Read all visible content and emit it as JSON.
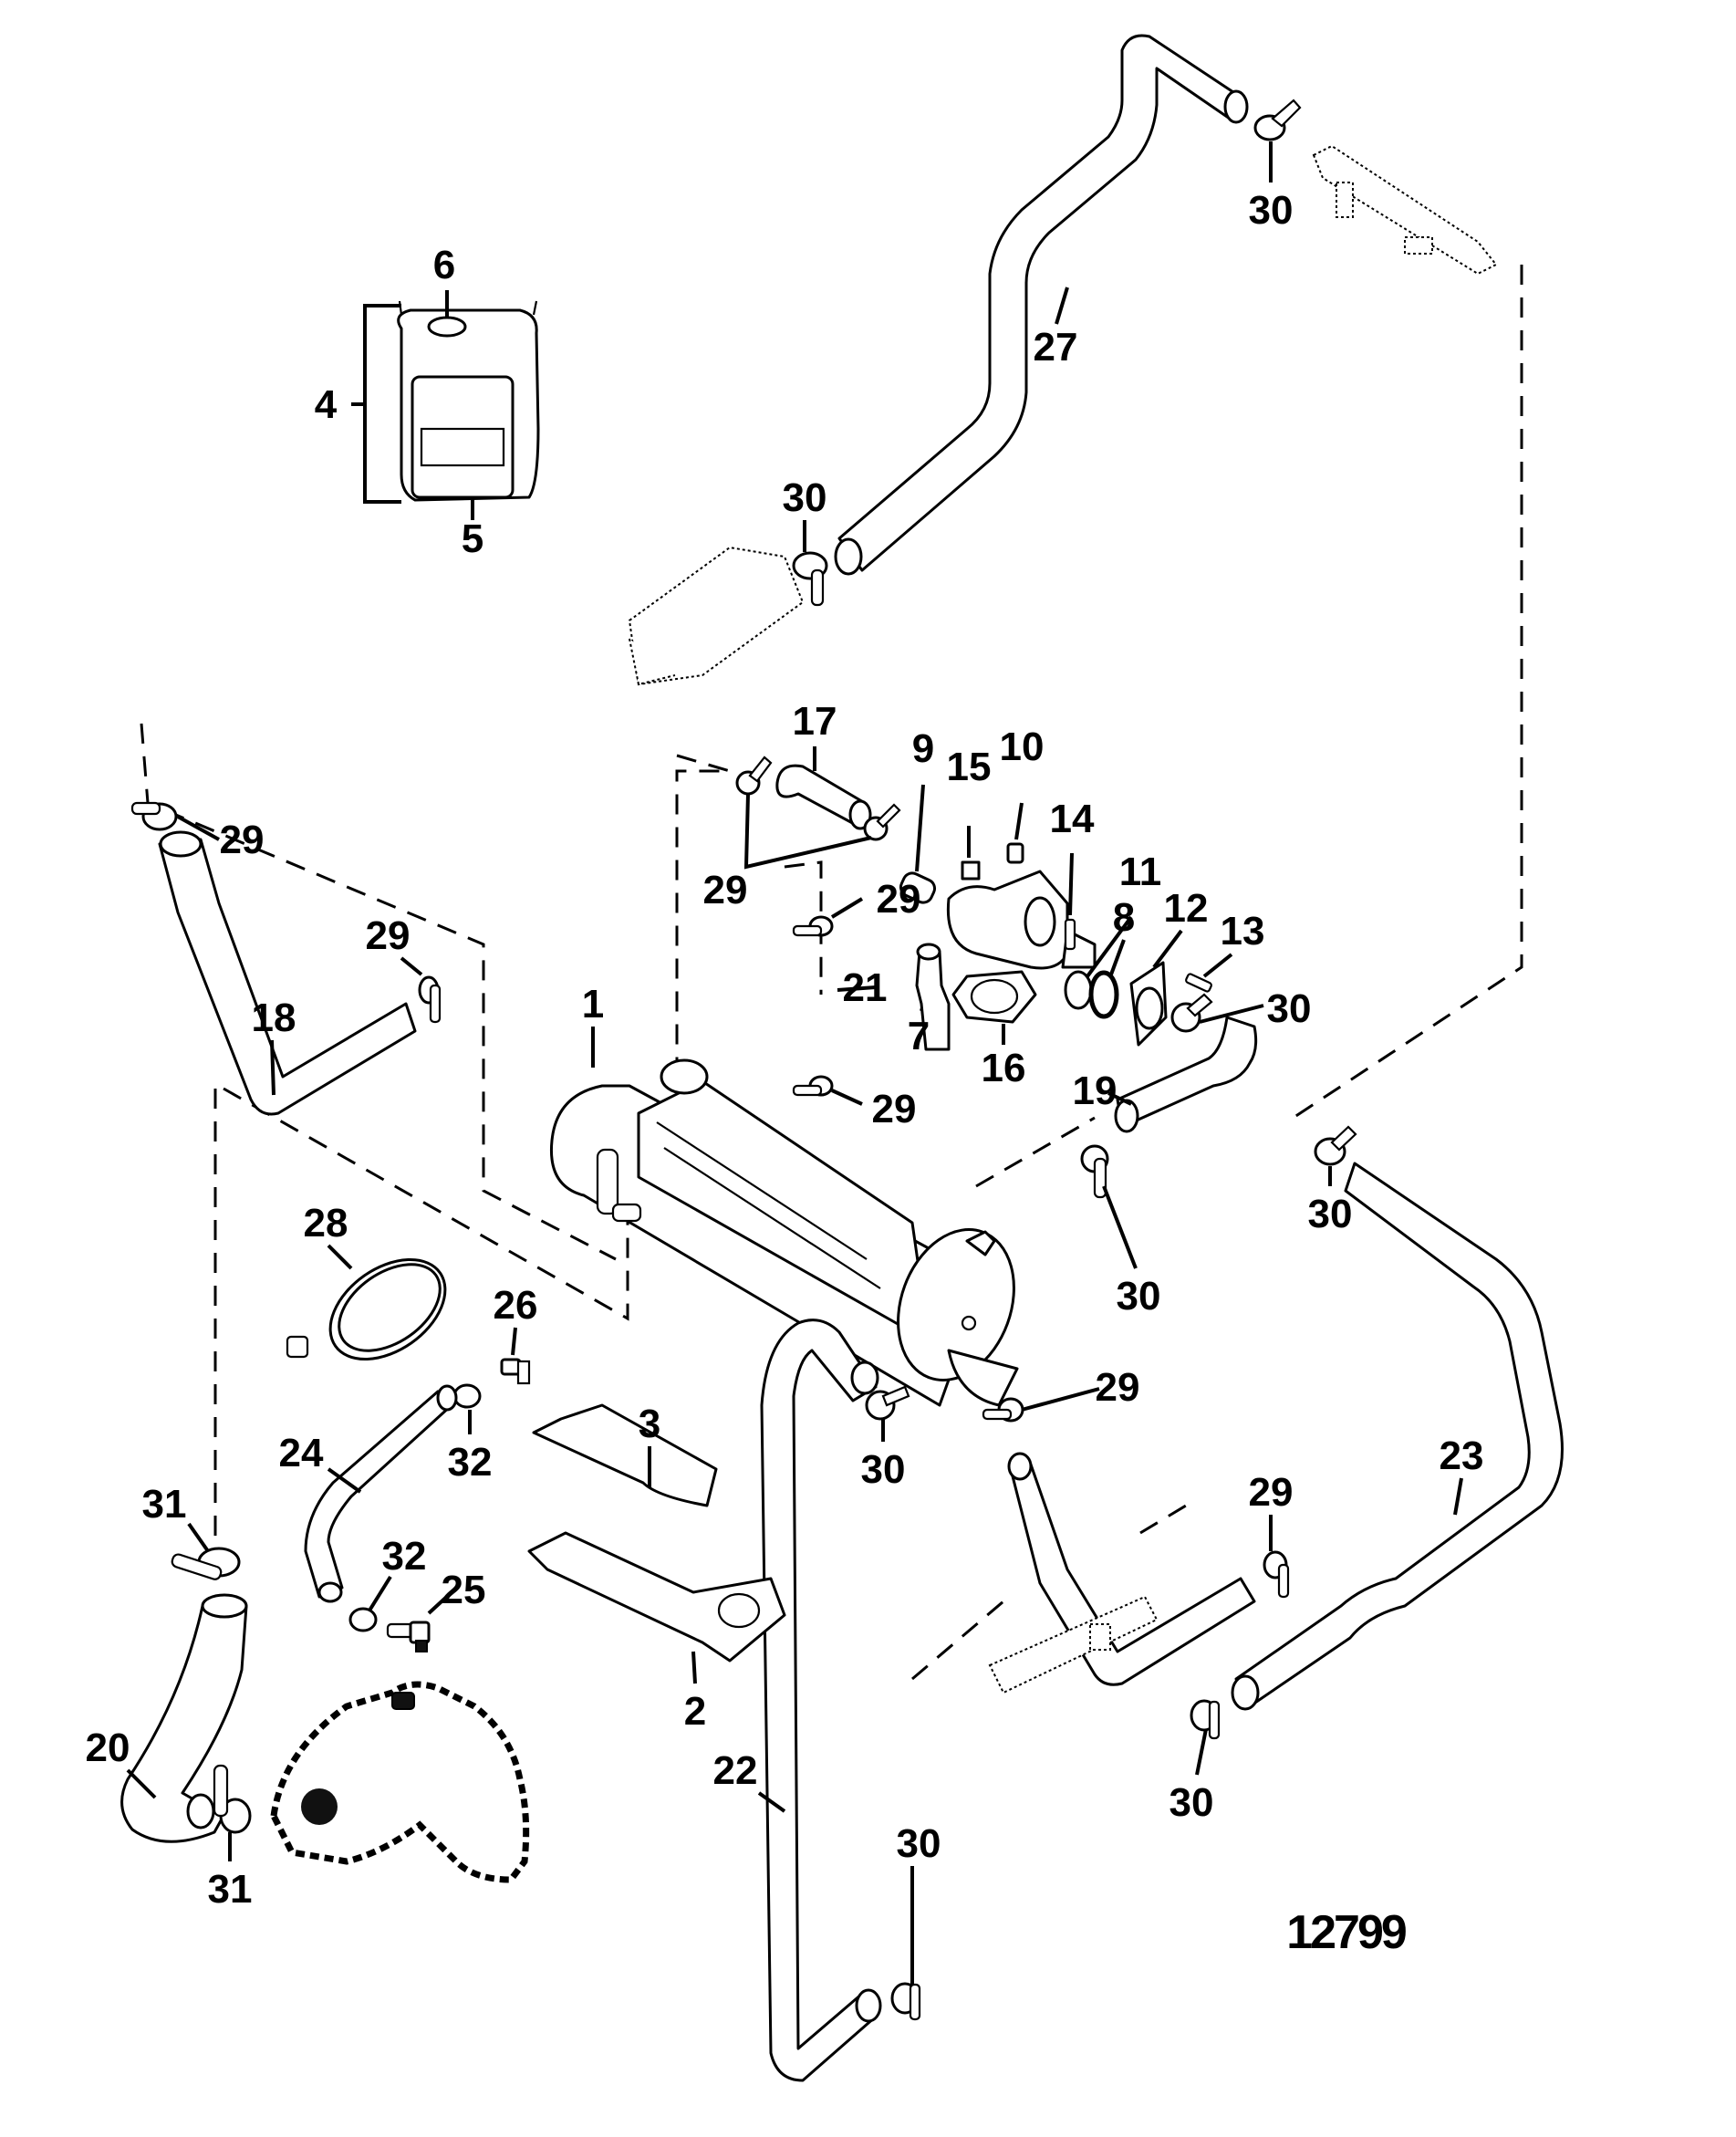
{
  "diagram": {
    "title": "Closed cooling system exploded parts diagram",
    "figure_id": "12799",
    "callouts": [
      {
        "id": "c1",
        "label": "1",
        "part": "heat-exchanger"
      },
      {
        "id": "c2",
        "label": "2",
        "part": "heat-shield-lower"
      },
      {
        "id": "c3",
        "label": "3",
        "part": "heat-shield-upper"
      },
      {
        "id": "c4",
        "label": "4",
        "part": "reservoir-assembly"
      },
      {
        "id": "c5",
        "label": "5",
        "part": "reservoir-tank"
      },
      {
        "id": "c6",
        "label": "6",
        "part": "reservoir-cap"
      },
      {
        "id": "c7",
        "label": "7",
        "part": "thermostat-housing"
      },
      {
        "id": "c8",
        "label": "8",
        "part": "o-ring"
      },
      {
        "id": "c9",
        "label": "9",
        "part": "hose-fitting"
      },
      {
        "id": "c10",
        "label": "10",
        "part": "plug"
      },
      {
        "id": "c11",
        "label": "11",
        "part": "thermostat"
      },
      {
        "id": "c12",
        "label": "12",
        "part": "thermostat-cover"
      },
      {
        "id": "c13",
        "label": "13",
        "part": "cover-screw"
      },
      {
        "id": "c14",
        "label": "14",
        "part": "housing-bolt"
      },
      {
        "id": "c15",
        "label": "15",
        "part": "sender-fitting"
      },
      {
        "id": "c16",
        "label": "16",
        "part": "housing-gasket"
      },
      {
        "id": "c17",
        "label": "17",
        "part": "hose"
      },
      {
        "id": "c18",
        "label": "18",
        "part": "hose"
      },
      {
        "id": "c19",
        "label": "19",
        "part": "hose"
      },
      {
        "id": "c20",
        "label": "20",
        "part": "hose"
      },
      {
        "id": "c21",
        "label": "21",
        "part": "hose"
      },
      {
        "id": "c22",
        "label": "22",
        "part": "hose"
      },
      {
        "id": "c23",
        "label": "23",
        "part": "hose"
      },
      {
        "id": "c24",
        "label": "24",
        "part": "hose"
      },
      {
        "id": "c25",
        "label": "25",
        "part": "elbow-fitting"
      },
      {
        "id": "c26",
        "label": "26",
        "part": "elbow-fitting"
      },
      {
        "id": "c27",
        "label": "27",
        "part": "hose"
      },
      {
        "id": "c28",
        "label": "28",
        "part": "strap-clamp"
      },
      {
        "id": "c29",
        "label": "29",
        "part": "hose-clamp-small"
      },
      {
        "id": "c30",
        "label": "30",
        "part": "hose-clamp-large"
      },
      {
        "id": "c31",
        "label": "31",
        "part": "hose-clamp"
      },
      {
        "id": "c32",
        "label": "32",
        "part": "hose-clamp-tiny"
      }
    ],
    "labels": {
      "l1": "1",
      "l2": "2",
      "l3": "3",
      "l4": "4",
      "l5": "5",
      "l6": "6",
      "l7": "7",
      "l8": "8",
      "l9": "9",
      "l10": "10",
      "l11": "11",
      "l12": "12",
      "l13": "13",
      "l14": "14",
      "l15": "15",
      "l16": "16",
      "l17": "17",
      "l18": "18",
      "l19": "19",
      "l20": "20",
      "l21": "21",
      "l22": "22",
      "l23": "23",
      "l24": "24",
      "l25": "25",
      "l26": "26",
      "l27": "27",
      "l28": "28",
      "l29": "29",
      "l30": "30",
      "l31": "31",
      "l32": "32"
    }
  }
}
